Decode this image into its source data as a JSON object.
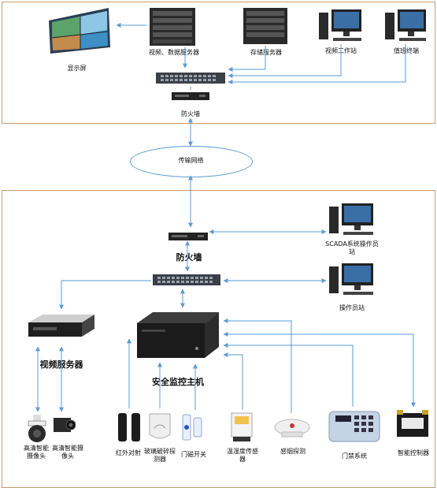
{
  "top_zone": {
    "display_label": "显示屏",
    "video_server_label": "视频、数据服务器",
    "storage_server_label": "存储服务器",
    "video_workstation_label": "视频工作站",
    "duty_workstation_label": "值班终端",
    "firewall_label": "防火墙"
  },
  "network": {
    "label": "传输网络"
  },
  "bottom_zone": {
    "firewall_label": "防火墙",
    "scada_label": "SCADA系统操作员站",
    "operator_label": "操作员站",
    "video_server_label": "视频服务器",
    "host_label": "安全监控主机",
    "sensors": {
      "hd_dome_camera": "高清智能摄像头",
      "hd_box_camera": "高清智能摄像头",
      "ir_beam": "红外对射",
      "glass_break": "玻璃破碎探测器",
      "door_magnet": "门磁开关",
      "temp_humidity": "温湿度传感器",
      "smoke": "感烟探测",
      "access_control": "门禁系统",
      "smart_control": "智能控制器"
    }
  },
  "colors": {
    "panel_border": "#c89a70",
    "link": "#5b9bd5"
  }
}
